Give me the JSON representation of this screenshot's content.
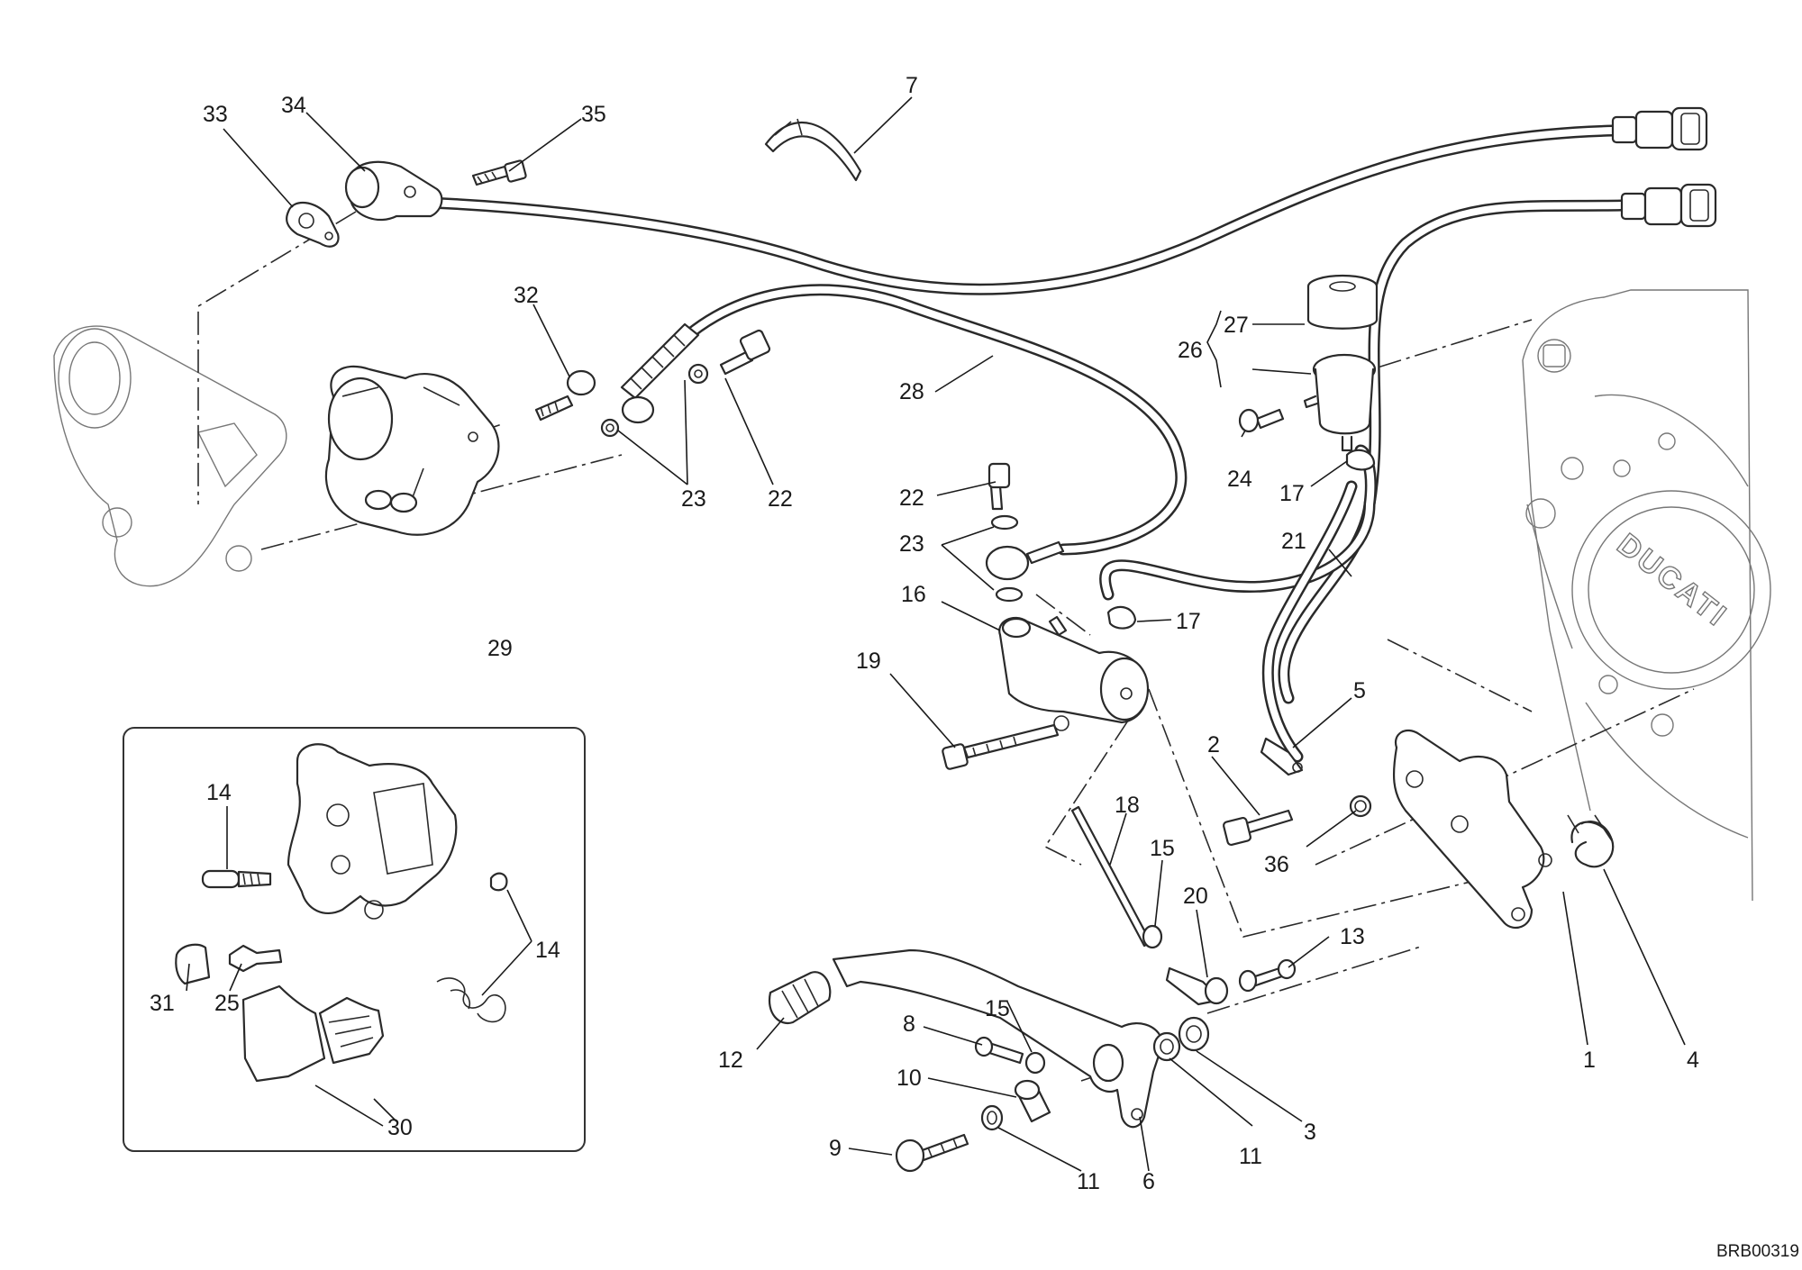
{
  "diagram": {
    "reference_code": "BRB00319",
    "callouts": [
      {
        "id": "c33",
        "text": "33"
      },
      {
        "id": "c34",
        "text": "34"
      },
      {
        "id": "c35",
        "text": "35"
      },
      {
        "id": "c7",
        "text": "7"
      },
      {
        "id": "c32",
        "text": "32"
      },
      {
        "id": "c28",
        "text": "28"
      },
      {
        "id": "c26",
        "text": "26"
      },
      {
        "id": "c27",
        "text": "27"
      },
      {
        "id": "c24",
        "text": "24"
      },
      {
        "id": "c17a",
        "text": "17"
      },
      {
        "id": "c21",
        "text": "21"
      },
      {
        "id": "c23a",
        "text": "23"
      },
      {
        "id": "c22a",
        "text": "22"
      },
      {
        "id": "c29",
        "text": "29"
      },
      {
        "id": "c22b",
        "text": "22"
      },
      {
        "id": "c23b",
        "text": "23"
      },
      {
        "id": "c16",
        "text": "16"
      },
      {
        "id": "c17b",
        "text": "17"
      },
      {
        "id": "c19",
        "text": "19"
      },
      {
        "id": "c5",
        "text": "5"
      },
      {
        "id": "c2",
        "text": "2"
      },
      {
        "id": "c36",
        "text": "36"
      },
      {
        "id": "c18",
        "text": "18"
      },
      {
        "id": "c15a",
        "text": "15"
      },
      {
        "id": "c20",
        "text": "20"
      },
      {
        "id": "c13",
        "text": "13"
      },
      {
        "id": "c14a",
        "text": "14"
      },
      {
        "id": "c14b",
        "text": "14"
      },
      {
        "id": "c31",
        "text": "31"
      },
      {
        "id": "c25",
        "text": "25"
      },
      {
        "id": "c30",
        "text": "30"
      },
      {
        "id": "c12",
        "text": "12"
      },
      {
        "id": "c8",
        "text": "8"
      },
      {
        "id": "c15b",
        "text": "15"
      },
      {
        "id": "c10",
        "text": "10"
      },
      {
        "id": "c9",
        "text": "9"
      },
      {
        "id": "c11a",
        "text": "11"
      },
      {
        "id": "c11b",
        "text": "11"
      },
      {
        "id": "c6",
        "text": "6"
      },
      {
        "id": "c3",
        "text": "3"
      },
      {
        "id": "c1",
        "text": "1"
      },
      {
        "id": "c4",
        "text": "4"
      }
    ]
  }
}
